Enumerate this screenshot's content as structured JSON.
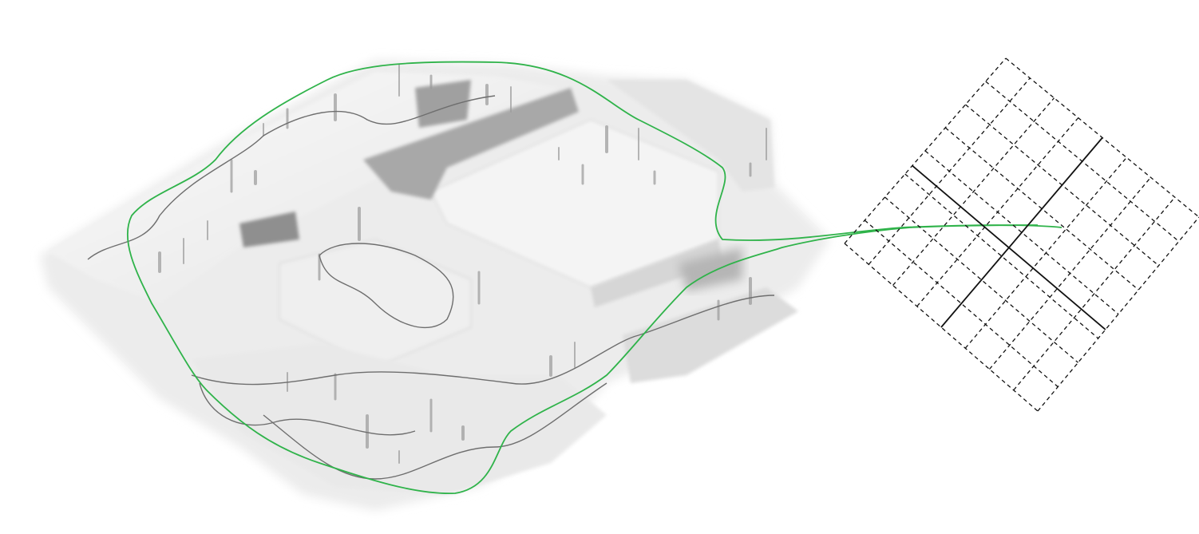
{
  "diagram": {
    "colors": {
      "loop": "#2fb34a",
      "model_light": "#f2f2f2",
      "model_mid": "#d9d9d9",
      "model_dark": "#9a9a9a",
      "path_lines": "#6e6e6e",
      "grid": "#111111"
    },
    "grid": {
      "divisions": 8,
      "style": "dashed",
      "solid_axes": 2
    }
  }
}
